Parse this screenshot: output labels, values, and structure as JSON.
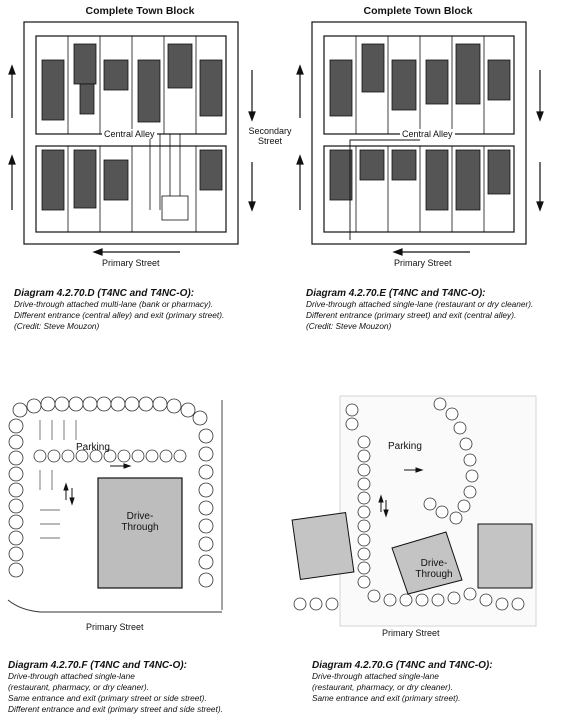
{
  "diagram_d": {
    "heading": "Complete Town Block",
    "alley_label": "Central Alley",
    "street_label": "Primary Street",
    "caption_title": "Diagram 4.2.70.D (T4NC and T4NC-O):",
    "caption_lines": [
      "Drive-through attached multi-lane (bank or pharmacy).",
      "Different entrance (central alley) and exit (primary street).",
      "(Credit: Steve Mouzon)"
    ]
  },
  "secondary_street": {
    "line1": "Secondary",
    "line2": "Street"
  },
  "diagram_e": {
    "heading": "Complete Town Block",
    "alley_label": "Central Alley",
    "street_label": "Primary Street",
    "caption_title": "Diagram 4.2.70.E (T4NC and T4NC-O):",
    "caption_lines": [
      "Drive-through attached single-lane (restaurant or dry cleaner).",
      "Different entrance (primary street) and exit (central alley).",
      "(Credit: Steve Mouzon)"
    ]
  },
  "diagram_f": {
    "parking_label": "Parking",
    "drive_line1": "Drive-",
    "drive_line2": "Through",
    "street_label": "Primary Street",
    "caption_title": "Diagram 4.2.70.F (T4NC and T4NC-O):",
    "caption_lines": [
      "Drive-through attached single-lane",
      "(restaurant, pharmacy, or dry cleaner).",
      "Same entrance and exit (primary street or side street).",
      "Different entrance and exit (primary street and side street)."
    ]
  },
  "diagram_g": {
    "parking_label": "Parking",
    "drive_line1": "Drive-",
    "drive_line2": "Through",
    "street_label": "Primary Street",
    "caption_title": "Diagram 4.2.70.G (T4NC and T4NC-O):",
    "caption_lines": [
      "Drive-through attached single-lane",
      "(restaurant, pharmacy, or dry cleaner).",
      "Same entrance and exit (primary street)."
    ]
  }
}
